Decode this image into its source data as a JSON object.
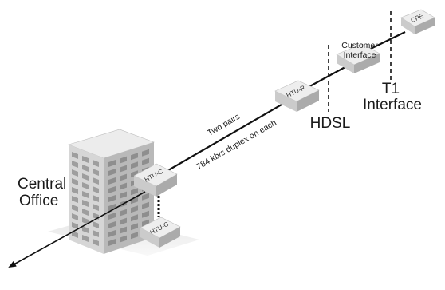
{
  "devices": {
    "cpe": "CPE",
    "htu_r": "HTU-R",
    "htu_c_upper": "HTU-C",
    "htu_c_lower": "HTU-C"
  },
  "labels": {
    "customer_interface_line1": "Customer",
    "customer_interface_line2": "Interface",
    "t1_interface_line1": "T1",
    "t1_interface_line2": "Interface",
    "hdsl": "HDSL",
    "central_office_line1": "Central",
    "central_office_line2": "Office",
    "pairs_line1": "Two pairs",
    "pairs_line2": "784 kb/s duplex on each"
  },
  "colors": {
    "box_top": "#ededed",
    "box_front": "#c9c9c9",
    "box_side": "#a9a9a9",
    "building_front": "#d4d4d4",
    "building_side": "#b3b3b3",
    "line": "#111111"
  }
}
